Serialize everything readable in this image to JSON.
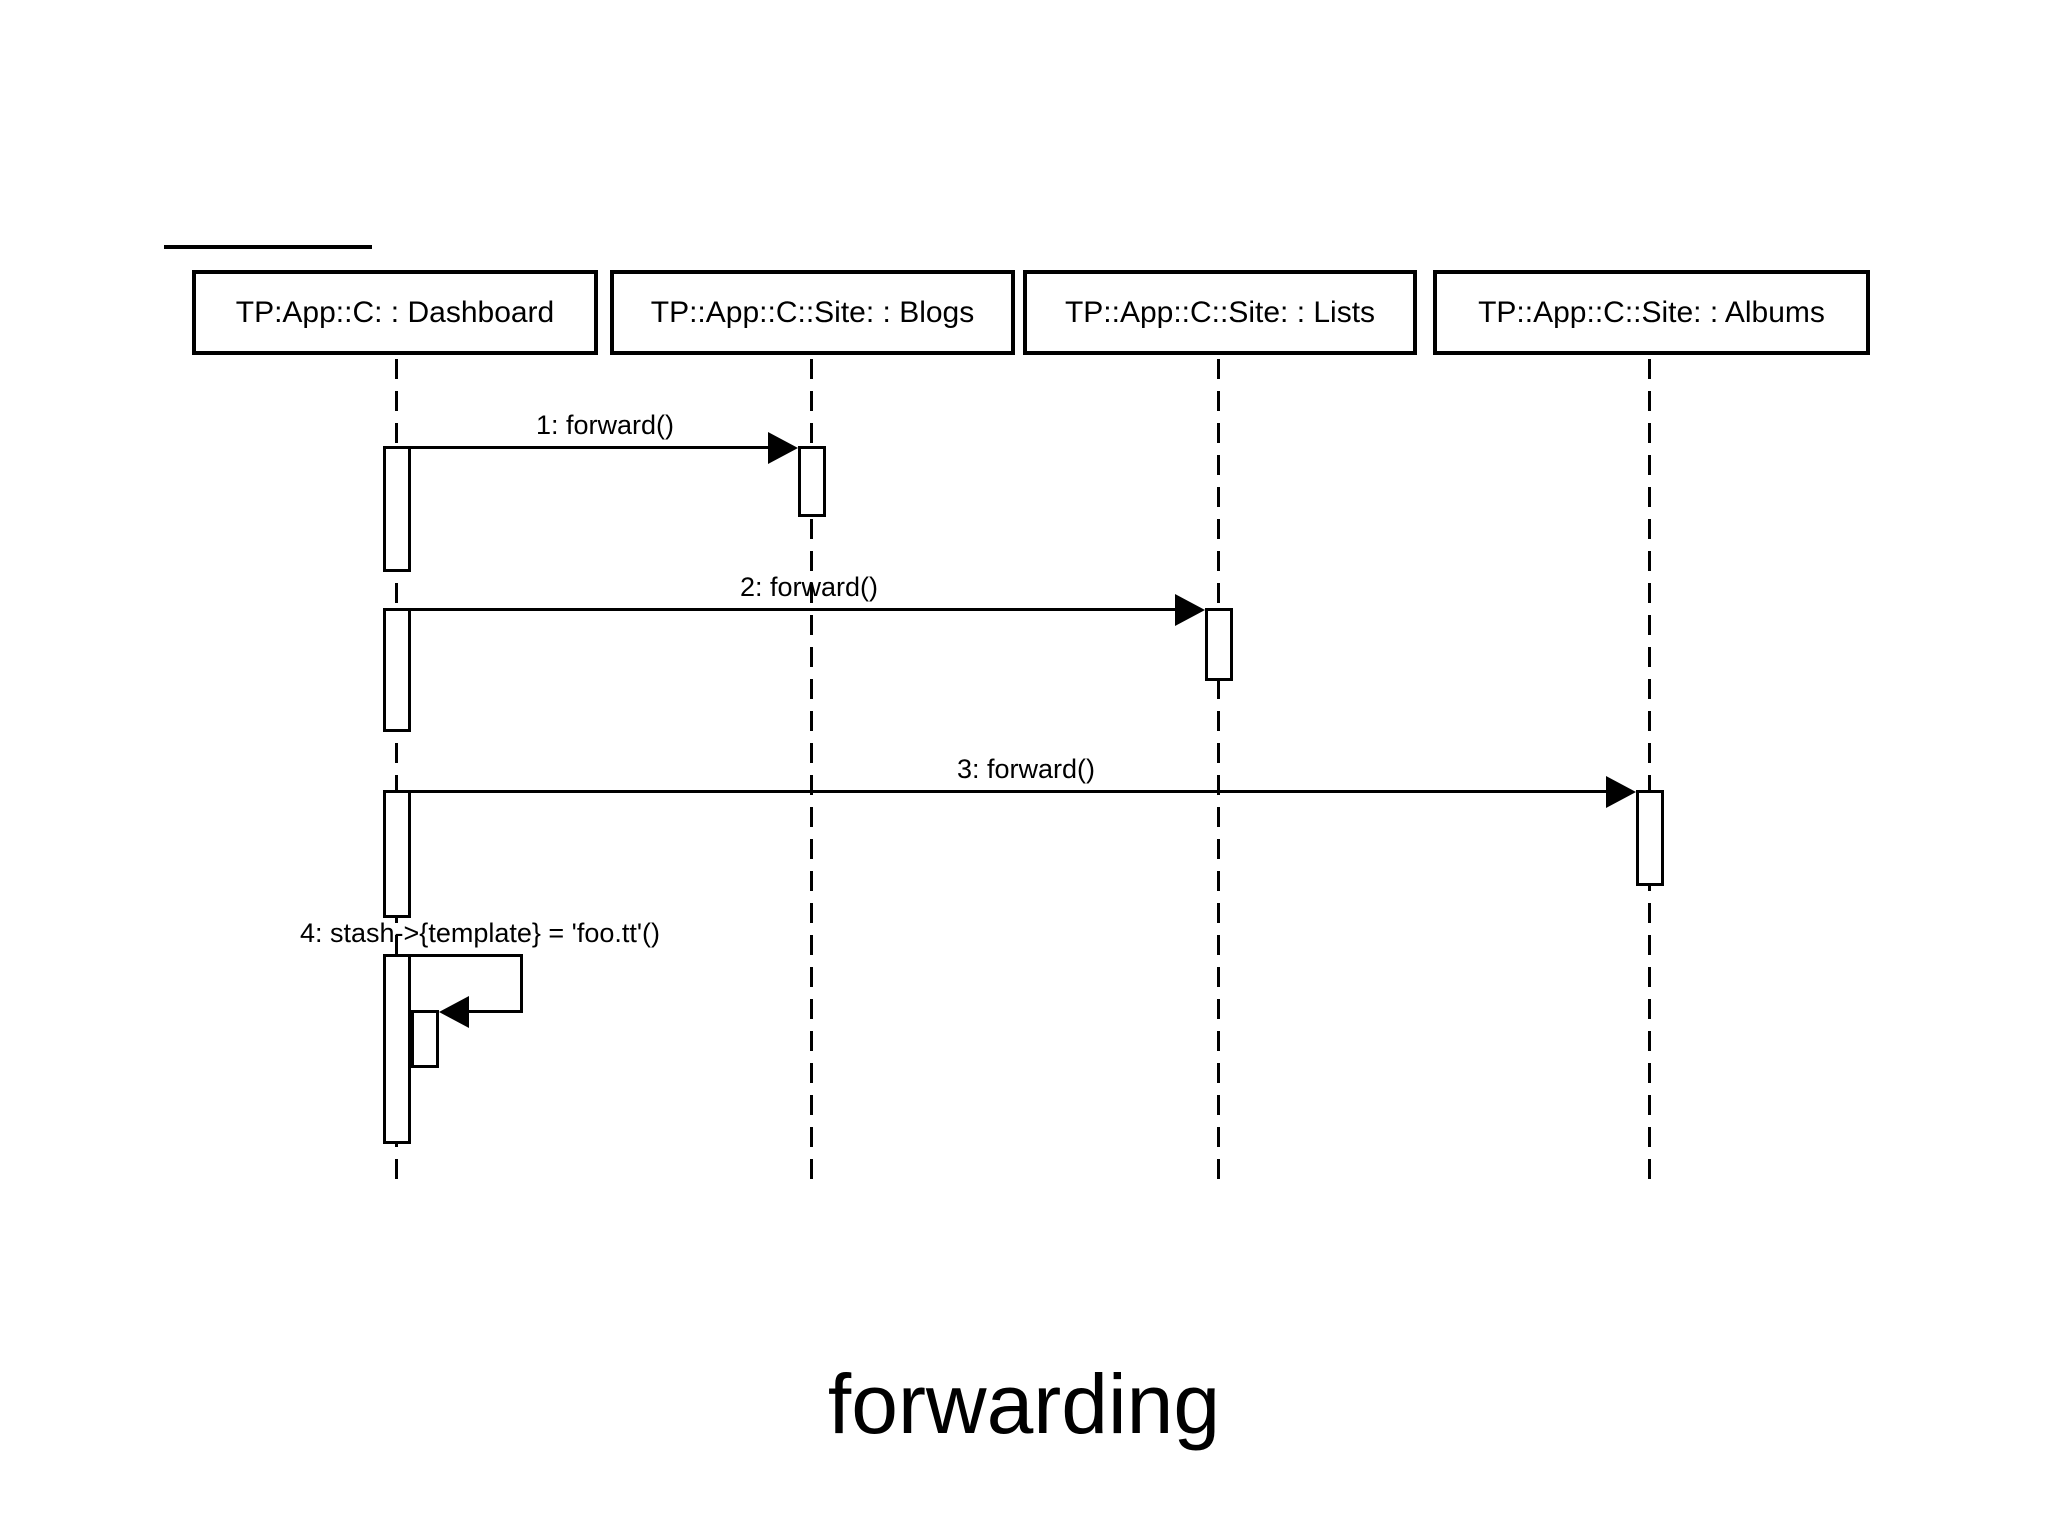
{
  "title": {
    "text": "forwarding"
  },
  "diagram": {
    "type": "uml-sequence-diagram",
    "actors": [
      {
        "id": "dashboard",
        "label": "TP:App::C: : Dashboard"
      },
      {
        "id": "blogs",
        "label": "TP::App::C::Site: : Blogs"
      },
      {
        "id": "lists",
        "label": "TP::App::C::Site: : Lists"
      },
      {
        "id": "albums",
        "label": "TP::App::C::Site: : Albums"
      }
    ],
    "messages": [
      {
        "label": "1: forward()",
        "from": "dashboard",
        "to": "blogs",
        "self_message": false
      },
      {
        "label": "2: forward()",
        "from": "dashboard",
        "to": "lists",
        "self_message": false
      },
      {
        "label": "3: forward()",
        "from": "dashboard",
        "to": "albums",
        "self_message": false
      },
      {
        "label": "4: stash->{template} = 'foo.tt'()",
        "from": "dashboard",
        "to": "dashboard",
        "self_message": true
      }
    ],
    "colors": {
      "line": "#000000",
      "fill": "#ffffff",
      "text": "#000000",
      "background": "#ffffff"
    }
  }
}
